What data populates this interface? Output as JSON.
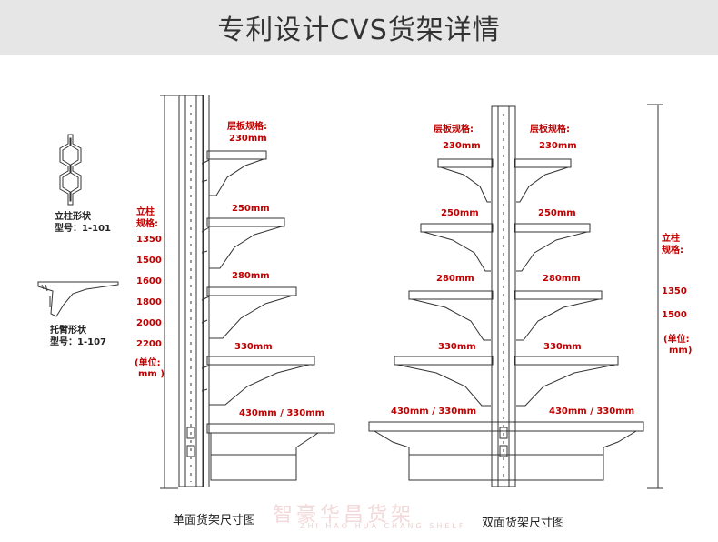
{
  "title": "专利设计CVS货架详情",
  "upright": {
    "name": "立柱形状",
    "model": "型号：1-101"
  },
  "bracket": {
    "name": "托臂形状",
    "model": "型号：1-107"
  },
  "single": {
    "shelf_spec_title": "层板规格:",
    "shelves": [
      "230mm",
      "250mm",
      "280mm",
      "330mm",
      "430mm / 330mm"
    ],
    "height_title_1": "立柱",
    "height_title_2": "规格:",
    "heights": [
      "1350",
      "1500",
      "1600",
      "1800",
      "2000",
      "2200"
    ],
    "unit_1": "(单位:",
    "unit_2": "mm )",
    "caption": "单面货架尺寸图"
  },
  "double": {
    "shelf_spec_title_left": "层板规格:",
    "shelf_spec_title_right": "层板规格:",
    "left_shelves": [
      "230mm",
      "250mm",
      "280mm",
      "330mm",
      "430mm / 330mm"
    ],
    "right_shelves": [
      "230mm",
      "250mm",
      "280mm",
      "330mm",
      "430mm / 330mm"
    ],
    "height_title_1": "立柱",
    "height_title_2": "规格:",
    "heights": [
      "1350",
      "1500"
    ],
    "unit_1": "(单位:",
    "unit_2": "mm)",
    "caption": "双面货架尺寸图"
  },
  "watermark": {
    "cn": "智豪华昌货架",
    "en": "ZHI HAO HUA CHANG SHELF"
  },
  "colors": {
    "spec_red": "#c00000",
    "header_bg": "#e6e6e6",
    "line": "#333333"
  }
}
